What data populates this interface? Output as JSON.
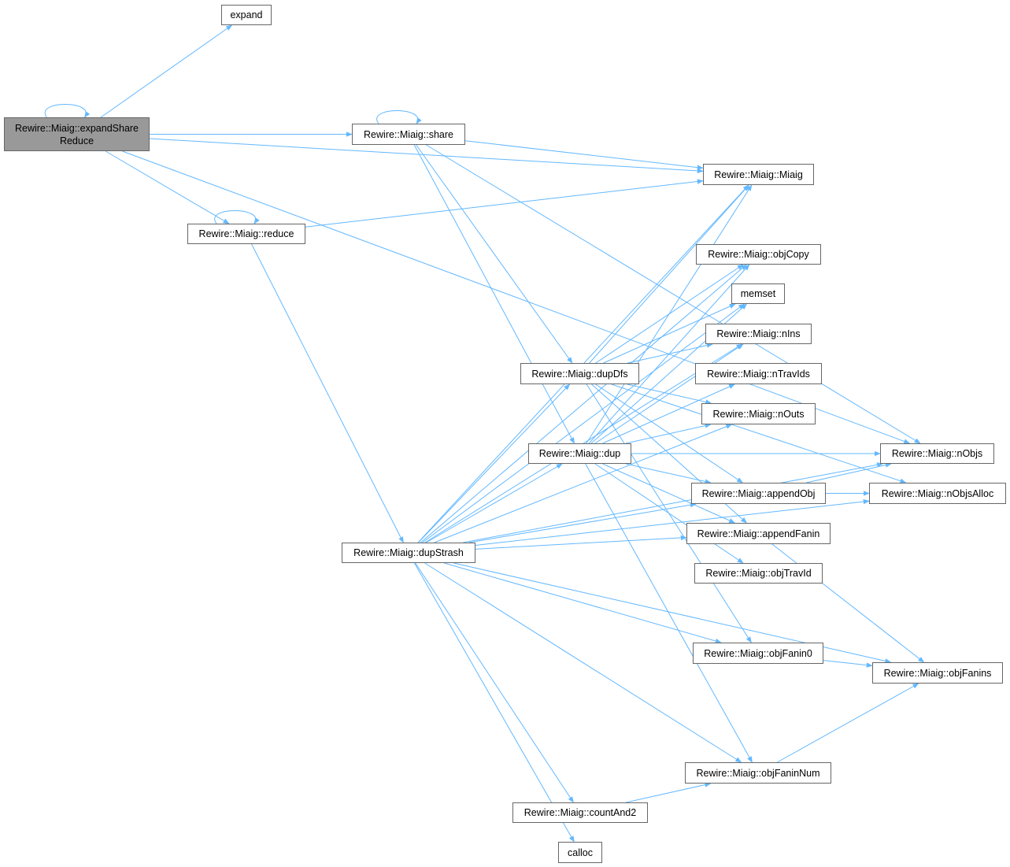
{
  "diagram": {
    "kind": "call-graph",
    "edge_color": "#63b8ff",
    "root_fill": "#999999",
    "node_border": "#666666",
    "nodes": {
      "root": "Rewire::Miaig::expandShare\nReduce",
      "expand": "expand",
      "share": "Rewire::Miaig::share",
      "miaig": "Rewire::Miaig::Miaig",
      "reduce": "Rewire::Miaig::reduce",
      "objcopy": "Rewire::Miaig::objCopy",
      "memset": "memset",
      "nins": "Rewire::Miaig::nIns",
      "dupdfs": "Rewire::Miaig::dupDfs",
      "ntravids": "Rewire::Miaig::nTravIds",
      "nouts": "Rewire::Miaig::nOuts",
      "dup": "Rewire::Miaig::dup",
      "nobjs": "Rewire::Miaig::nObjs",
      "appendobj": "Rewire::Miaig::appendObj",
      "nobjsalloc": "Rewire::Miaig::nObjsAlloc",
      "dupstrash": "Rewire::Miaig::dupStrash",
      "appendfanin": "Rewire::Miaig::appendFanin",
      "objtravid": "Rewire::Miaig::objTravId",
      "objfanin0": "Rewire::Miaig::objFanin0",
      "objfanins": "Rewire::Miaig::objFanins",
      "objfaninnum": "Rewire::Miaig::objFaninNum",
      "countand2": "Rewire::Miaig::countAnd2",
      "calloc": "calloc"
    },
    "edges": [
      [
        "root",
        "root"
      ],
      [
        "root",
        "expand"
      ],
      [
        "root",
        "share"
      ],
      [
        "root",
        "miaig"
      ],
      [
        "root",
        "reduce"
      ],
      [
        "root",
        "nobjs"
      ],
      [
        "share",
        "share"
      ],
      [
        "share",
        "miaig"
      ],
      [
        "share",
        "nobjs"
      ],
      [
        "share",
        "dupdfs"
      ],
      [
        "share",
        "dup"
      ],
      [
        "reduce",
        "reduce"
      ],
      [
        "reduce",
        "miaig"
      ],
      [
        "reduce",
        "dupstrash"
      ],
      [
        "dupdfs",
        "miaig"
      ],
      [
        "dupdfs",
        "objcopy"
      ],
      [
        "dupdfs",
        "memset"
      ],
      [
        "dupdfs",
        "nins"
      ],
      [
        "dupdfs",
        "nouts"
      ],
      [
        "dupdfs",
        "appendobj"
      ],
      [
        "dupdfs",
        "appendfanin"
      ],
      [
        "dupdfs",
        "objfanin0"
      ],
      [
        "dupdfs",
        "nobjsalloc"
      ],
      [
        "dup",
        "miaig"
      ],
      [
        "dup",
        "objcopy"
      ],
      [
        "dup",
        "memset"
      ],
      [
        "dup",
        "nins"
      ],
      [
        "dup",
        "ntravids"
      ],
      [
        "dup",
        "nouts"
      ],
      [
        "dup",
        "nobjs"
      ],
      [
        "dup",
        "appendobj"
      ],
      [
        "dup",
        "appendfanin"
      ],
      [
        "dup",
        "objtravid"
      ],
      [
        "dup",
        "objfaninnum"
      ],
      [
        "dupstrash",
        "miaig"
      ],
      [
        "dupstrash",
        "objcopy"
      ],
      [
        "dupstrash",
        "memset"
      ],
      [
        "dupstrash",
        "nins"
      ],
      [
        "dupstrash",
        "dupdfs"
      ],
      [
        "dupstrash",
        "nouts"
      ],
      [
        "dupstrash",
        "dup"
      ],
      [
        "dupstrash",
        "appendobj"
      ],
      [
        "dupstrash",
        "appendfanin"
      ],
      [
        "dupstrash",
        "nobjsalloc"
      ],
      [
        "dupstrash",
        "objfanin0"
      ],
      [
        "dupstrash",
        "objfanins"
      ],
      [
        "dupstrash",
        "nobjs"
      ],
      [
        "dupstrash",
        "objfaninnum"
      ],
      [
        "dupstrash",
        "countand2"
      ],
      [
        "dupstrash",
        "calloc"
      ],
      [
        "appendobj",
        "nobjs"
      ],
      [
        "appendobj",
        "nobjsalloc"
      ],
      [
        "appendfanin",
        "objfanins"
      ],
      [
        "objfanin0",
        "objfanins"
      ],
      [
        "objfaninnum",
        "objfanins"
      ],
      [
        "countand2",
        "objfaninnum"
      ]
    ]
  }
}
